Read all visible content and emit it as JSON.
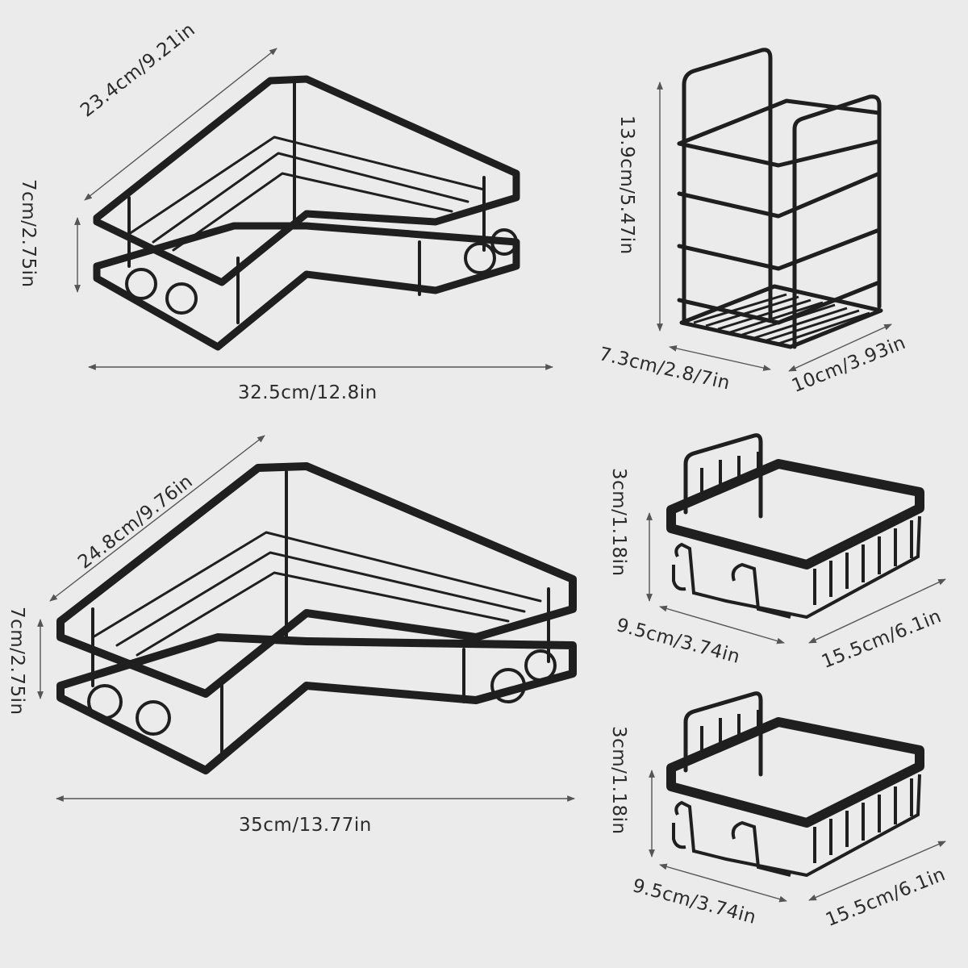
{
  "background": "#ebebeb",
  "product_color": "#1f1f1f",
  "items": [
    {
      "name": "corner-shelf-small",
      "dimensions": {
        "depth": "23.4cm/9.21in",
        "height": "7cm/2.75in",
        "width": "32.5cm/12.8in"
      }
    },
    {
      "name": "utensil-holder",
      "dimensions": {
        "height": "13.9cm/5.47in",
        "depth": "7.3cm/2.8/7in",
        "width": "10cm/3.93in"
      }
    },
    {
      "name": "corner-shelf-large",
      "dimensions": {
        "depth": "24.8cm/9.76in",
        "height": "7cm/2.75in",
        "width": "35cm/13.77in"
      }
    },
    {
      "name": "sponge-holder-1",
      "dimensions": {
        "height": "3cm/1.18in",
        "depth": "9.5cm/3.74in",
        "width": "15.5cm/6.1in"
      }
    },
    {
      "name": "sponge-holder-2",
      "dimensions": {
        "height": "3cm/1.18in",
        "depth": "9.5cm/3.74in",
        "width": "15.5cm/6.1in"
      }
    }
  ]
}
